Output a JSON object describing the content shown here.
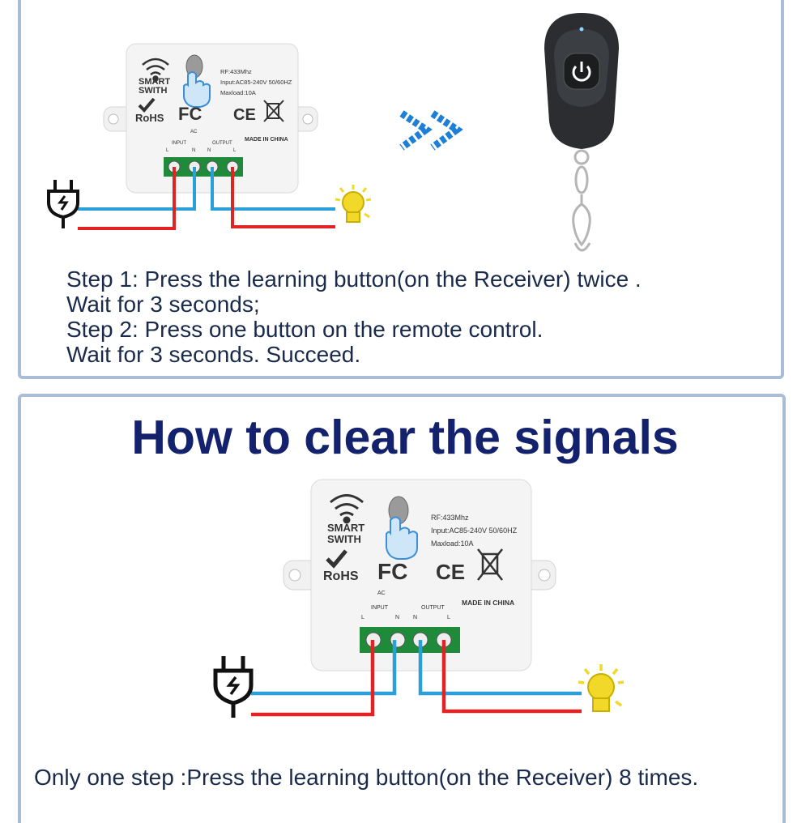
{
  "instructions": {
    "learn_steps": [
      "Step 1: Press the learning button(on the Receiver) twice .",
      "Wait for 3 seconds;",
      "Step 2: Press one button on the remote control.",
      "Wait for 3 seconds. Succeed."
    ],
    "clear_title": "How to clear the signals",
    "clear_step": "Only one step :Press the learning button(on the Receiver) 8 times."
  },
  "device": {
    "brand_line1": "SMART",
    "brand_line2": "SWITH",
    "spec_rf": "RF:433Mhz",
    "spec_input": "Input:AC85-240V 50/60HZ",
    "spec_load": "Maxload:10A",
    "rohs": "RoHS",
    "fc": "FC",
    "ce": "CE",
    "made_in": "MADE IN CHINA",
    "ac_label": "AC",
    "input_label": "INPUT",
    "output_label": "OUTPUT",
    "terminal_labels": [
      "L",
      "N",
      "N",
      "L"
    ]
  },
  "colors": {
    "wire_blue": "#2a9fd8",
    "wire_red": "#e02424",
    "terminal_green": "#1f8a3a",
    "arrow_blue": "#1e7fd6",
    "remote_body": "#2b2d30",
    "bulb_yellow": "#f2d829",
    "heading_navy": "#14226e"
  },
  "icons": [
    "wifi-icon",
    "hand-press-icon",
    "plug-icon",
    "bulb-icon",
    "double-chevron-right-icon",
    "power-icon",
    "weee-bin-icon",
    "checkmark-icon"
  ]
}
